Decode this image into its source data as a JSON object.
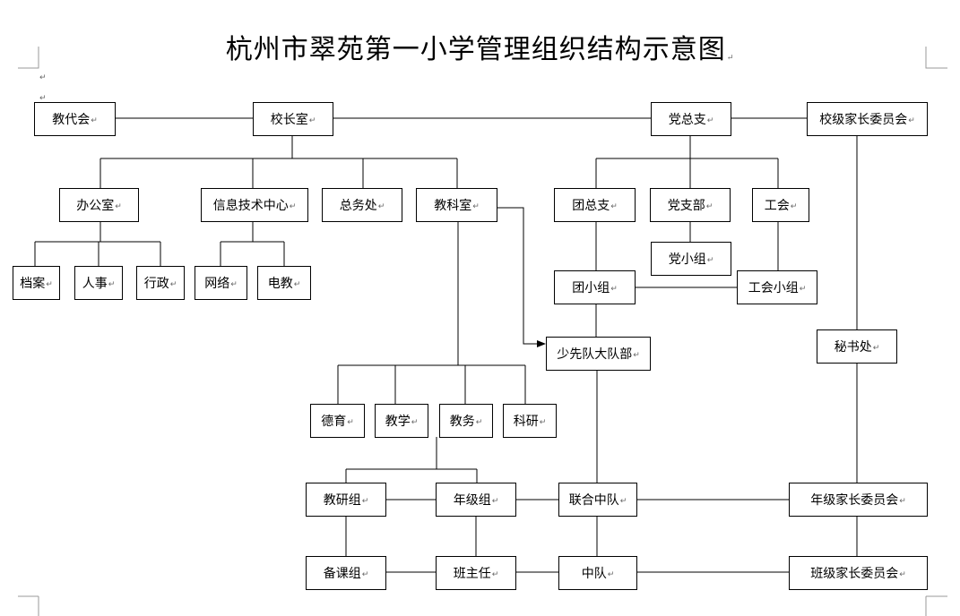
{
  "title": "杭州市翠苑第一小学管理组织结构示意图",
  "return_mark": "↵",
  "nodes": {
    "jiaodaihui": "教代会",
    "xiaozhangshi": "校长室",
    "dangzongzhi": "党总支",
    "jiazhangweiyuanhui": "校级家长委员会",
    "bangongshi": "办公室",
    "xinxi": "信息技术中心",
    "zongwuchu": "总务处",
    "jiaokeshi": "教科室",
    "tuanzongzhi": "团总支",
    "dangzhibu": "党支部",
    "gonghui": "工会",
    "dangan": "档案",
    "renshi": "人事",
    "xingzheng": "行政",
    "wangluo": "网络",
    "dianjiao": "电教",
    "dangxiaozu": "党小组",
    "tuanxiaozu": "团小组",
    "gonghuixiaozu": "工会小组",
    "shaoxiandui": "少先队大队部",
    "mishuchu": "秘书处",
    "deyu": "德育",
    "jiaoxue": "教学",
    "jiaowu": "教务",
    "keyan": "科研",
    "jiaoyanzu": "教研组",
    "nianjizu": "年级组",
    "lianhezhongdui": "联合中队",
    "nianjijiazhang": "年级家长委员会",
    "beikezu": "备课组",
    "banzhuren": "班主任",
    "zhongdui": "中队",
    "banjijiazhang": "班级家长委员会"
  }
}
